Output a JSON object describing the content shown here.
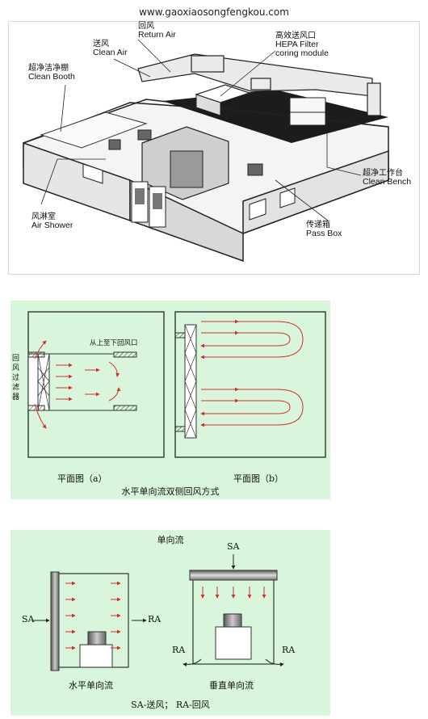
{
  "header": {
    "url": "www.gaoxiaosongfengkou.com"
  },
  "figure1": {
    "labels": {
      "return_air_cn": "回风",
      "return_air_en": "Return Air",
      "clean_air_cn": "送风",
      "clean_air_en": "Clean Air",
      "hepa_cn": "高效送风口",
      "hepa_en1": "HEPA Filter",
      "hepa_en2": "coring module",
      "clean_booth_cn": "超净洁净棚",
      "clean_booth_en": "Clean Booth",
      "air_shower_cn": "风淋室",
      "air_shower_en": "Air Shower",
      "clean_bench_cn": "超净工作台",
      "clean_bench_en": "Clean Bench",
      "pass_box_cn": "传递箱",
      "pass_box_en": "Pass Box"
    }
  },
  "figure2": {
    "side_label": "回风过滤器",
    "note": "从上至下回风口",
    "caption_a": "平面图（a）",
    "caption_b": "平面图（b）",
    "title": "水平单向流双侧回风方式",
    "colors": {
      "background": "#d9f6dc",
      "arrow": "#d0302a"
    }
  },
  "figure3": {
    "title": "单向流",
    "sa_left": "SA",
    "ra_right": "RA",
    "sa_top": "SA",
    "ra_left": "RA",
    "ra_right2": "RA",
    "caption_h": "水平单向流",
    "caption_v": "垂直单向流",
    "legend": "SA-送风；  RA-回风"
  }
}
